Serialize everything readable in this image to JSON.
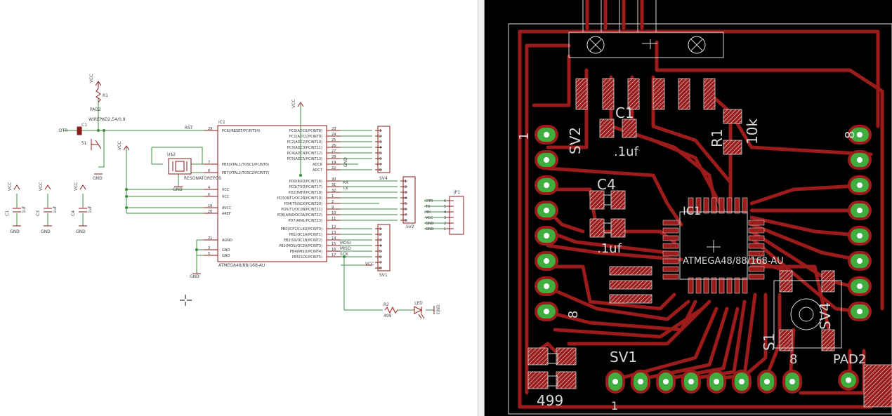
{
  "window": {
    "left_pane": "schematic",
    "right_pane": "board"
  },
  "colors": {
    "wire": "#3c8c3c",
    "part": "#8b1a1a",
    "trace": "#9c1b1b",
    "pad": "#3fae3f",
    "silk": "#d8d8d8",
    "board_bg": "#000000"
  },
  "schematic": {
    "ic_name": "IC1",
    "ic_value": "ATMEGA48/88/168-AU",
    "ic_left_pins": [
      {
        "label": "PC6(/RESET/PCINT14)",
        "num": "29"
      },
      {
        "label": "PB6(XTAL1/TOSC1/PCINT6)",
        "num": "7"
      },
      {
        "label": "PB7(XTAL2/TOSC2/PCINT7)",
        "num": "8"
      },
      {
        "label": "VCC",
        "num": "4"
      },
      {
        "label": "VCC",
        "num": "6"
      },
      {
        "label": "AVCC",
        "num": "18"
      },
      {
        "label": "AREF",
        "num": "20"
      },
      {
        "label": "AGND",
        "num": "21"
      },
      {
        "label": "GND",
        "num": "3"
      },
      {
        "label": "GND",
        "num": "5"
      }
    ],
    "ic_right_pins": [
      {
        "label": "PC0(ADC0/PCINT8)",
        "num": "23"
      },
      {
        "label": "PC1(ADC1/PCINT9)",
        "num": "24"
      },
      {
        "label": "PC2(ADC2/PCINT10)",
        "num": "25"
      },
      {
        "label": "PC3(ADC3/PCINT11)",
        "num": "26"
      },
      {
        "label": "PC4(ADC4/PCINT12)",
        "num": "27"
      },
      {
        "label": "PC5(ADC5/PCINT13)",
        "num": "28"
      },
      {
        "label": "ADC6",
        "num": "19"
      },
      {
        "label": "ADC7",
        "num": "22"
      },
      {
        "label": "PD0(RXD/PCINT16)",
        "num": "30"
      },
      {
        "label": "PD1(TXD/PCINT17)",
        "num": "31"
      },
      {
        "label": "PD2(INT0/PCINT18)",
        "num": "32"
      },
      {
        "label": "PD3(INT1/OC2B/PCINT19)",
        "num": "1"
      },
      {
        "label": "PD4(T0/XCK/PCINT20)",
        "num": "2"
      },
      {
        "label": "PD5(T1/OC0B/PCINT21)",
        "num": "9"
      },
      {
        "label": "PD6(AIN0/OC0A/PCINT22)",
        "num": "10"
      },
      {
        "label": "PD7(AIN1/PCINT23)",
        "num": "11"
      },
      {
        "label": "PB0(ICP1/CLKO/PCINT0)",
        "num": "12"
      },
      {
        "label": "PB1(OC1A/PCINT1)",
        "num": "13"
      },
      {
        "label": "PB2(SS/OC1B/PCINT2)",
        "num": "14"
      },
      {
        "label": "PB3(MOSI/OC2A/PCINT3)",
        "num": "15"
      },
      {
        "label": "PB4(MISO/PCINT4)",
        "num": "16"
      },
      {
        "label": "PB5(SCK/PCINT5)",
        "num": "17"
      }
    ],
    "net_rst": "RST",
    "net_dtr": "DTR",
    "net_rx": "RX",
    "net_tx": "TX",
    "net_mosi": "MOSI",
    "net_miso": "MISO",
    "net_sck": "SCK",
    "net_vcc": "VCC",
    "gnd": "GND",
    "vcc": "VCC",
    "r1": "R1",
    "c1": "C1",
    "s1": "S1",
    "wirepad": "WIREPAD2,54/0,9",
    "pad2": "PAD2",
    "u1": "U$2",
    "resonator": "RESONATOREPOS",
    "sv4": "SV4",
    "sv2": "SV2",
    "sv1": "SV1",
    "jp1": "JP1",
    "jp1_pins": [
      {
        "label": "DTR",
        "num": "6"
      },
      {
        "label": "TX",
        "num": "5"
      },
      {
        "label": "RX",
        "num": "4"
      },
      {
        "label": "VCC",
        "num": "3"
      },
      {
        "label": "GND",
        "num": "2"
      },
      {
        "label": "GND",
        "num": "1"
      }
    ],
    "r2": "R2",
    "r2_value": "499",
    "led": "LED",
    "caps": [
      {
        "name": "C1",
        "value": "1uf"
      },
      {
        "name": "C3",
        "value": "1uf"
      },
      {
        "name": "C4",
        "value": "1uf"
      }
    ],
    "header_pins": [
      "1",
      "2",
      "3",
      "4",
      "5",
      "6",
      "7",
      "8"
    ]
  },
  "board": {
    "label_sv2": "SV2",
    "label_sv1": "SV1",
    "label_sv4": "SV4",
    "label_c1": "C1",
    "label_c1_val": ".1uf",
    "label_c4": "C4",
    "label_c3_val": ".1uf",
    "label_r1": "R1",
    "label_r1_val": "10k",
    "label_ic1": "IC1",
    "label_ic_val": "ATMEGA48/88/168-AU",
    "label_s1": "S1",
    "label_pad2": "PAD2",
    "label_r2_val": "499",
    "pin_1": "1",
    "pin_8": "8"
  }
}
